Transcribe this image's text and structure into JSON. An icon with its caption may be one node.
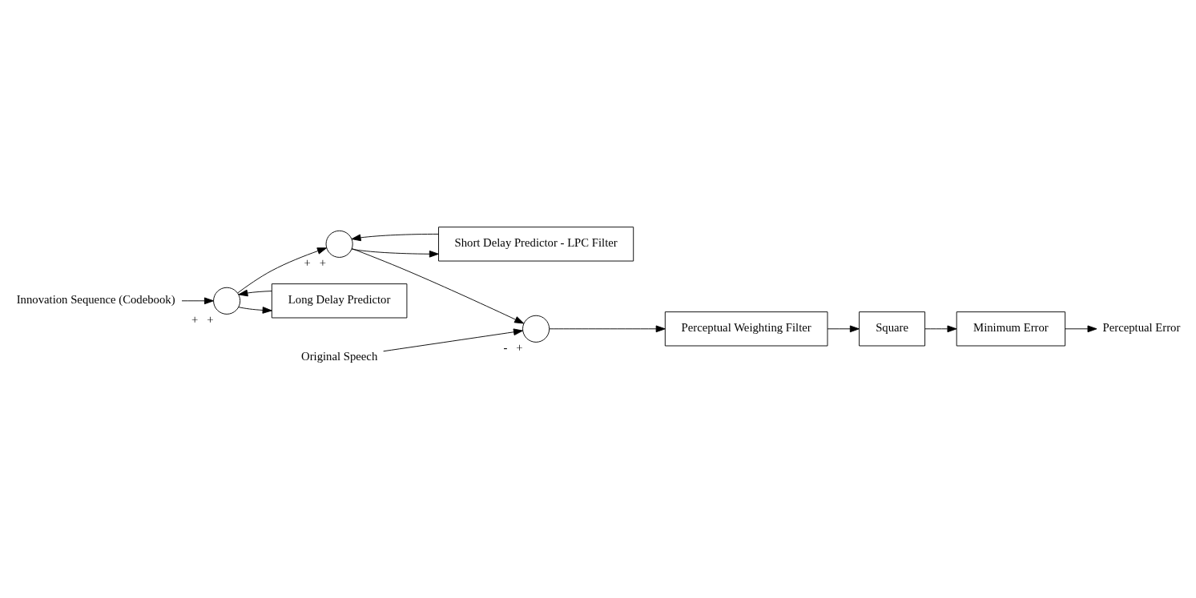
{
  "diagram": {
    "nodes": [
      {
        "text": [
          "Innovation Sequence (Codebook)"
        ]
      },
      {
        "text": [],
        "shape": "circle",
        "beside": [
          "+",
          "+"
        ]
      },
      {
        "text": [],
        "shape": "circle",
        "beside": [
          "+",
          "+"
        ]
      },
      {
        "text": [],
        "shape": "circle",
        "beside": [
          "-",
          "+"
        ]
      },
      {
        "text": [
          "Original Speech"
        ]
      },
      {
        "text": [
          "Long Delay Predictor"
        ]
      },
      {
        "text": [
          "Short Delay Predictor - LPC Filter"
        ]
      },
      {
        "text": [
          "Perceptual Weighting Filter"
        ]
      },
      {
        "text": [
          "Square"
        ]
      },
      {
        "text": [
          "Minimum Error"
        ]
      },
      {
        "text": [
          "Perceptual Error"
        ]
      }
    ],
    "edges": [
      {
        "from": 0,
        "to": 1,
        "arrow": "to"
      },
      {
        "from": 1,
        "to": 2,
        "arrow": "to"
      },
      {
        "from": 1,
        "to": 5,
        "arrow": "to"
      },
      {
        "from": 5,
        "to": 1,
        "arrow": "to"
      },
      {
        "from": 2,
        "to": 3,
        "arrow": "to"
      },
      {
        "from": 2,
        "to": 6,
        "arrow": "to"
      },
      {
        "from": 6,
        "to": 2,
        "arrow": "to"
      },
      {
        "from": 4,
        "to": 3,
        "arrow": "to"
      },
      {
        "from": 3,
        "to": 7,
        "arrow": "to"
      },
      {
        "from": 7,
        "to": 8,
        "arrow": "to"
      },
      {
        "from": 8,
        "to": 9,
        "arrow": "to"
      },
      {
        "from": 9,
        "to": 10,
        "arrow": "to"
      }
    ]
  }
}
